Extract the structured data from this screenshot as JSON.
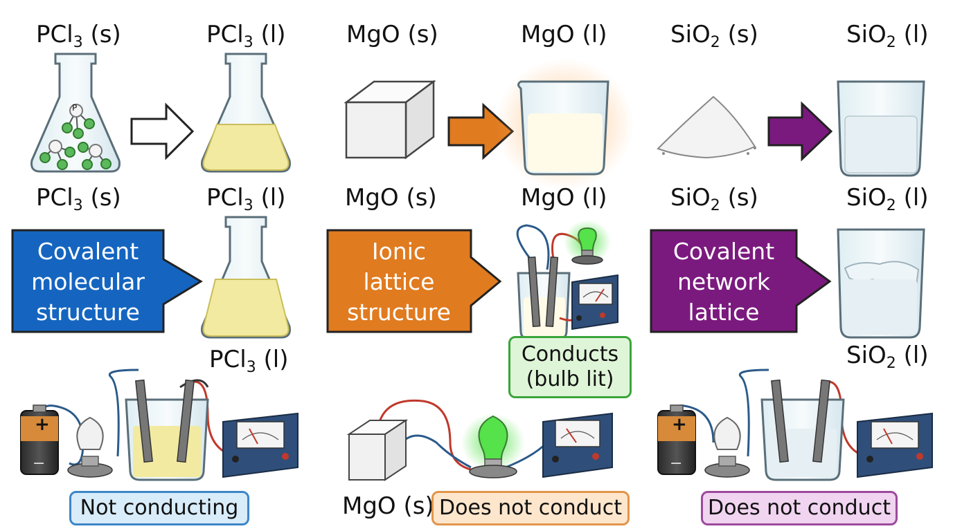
{
  "row1": {
    "pcl3_solid": {
      "formula": "PCl",
      "sub": "3",
      "state": " (s)"
    },
    "pcl3_liquid": {
      "formula": "PCl",
      "sub": "3",
      "state": " (l)"
    },
    "mgo_solid": {
      "formula": "MgO",
      "state": " (s)"
    },
    "mgo_liquid": {
      "formula": "MgO",
      "state": " (l)"
    },
    "sio2_solid": {
      "formula": "SiO",
      "sub": "2",
      "state": " (s)"
    },
    "sio2_liquid": {
      "formula": "SiO",
      "sub": "2",
      "state": " (l)"
    }
  },
  "row2": {
    "pcl3_solid": {
      "formula": "PCl",
      "sub": "3",
      "state": " (s)"
    },
    "pcl3_liquid": {
      "formula": "PCl",
      "sub": "3",
      "state": " (l)"
    },
    "mgo_solid": {
      "formula": "MgO",
      "state": " (s)"
    },
    "mgo_liquid": {
      "formula": "MgO",
      "state": " (l)"
    },
    "sio2_solid": {
      "formula": "SiO",
      "sub": "2",
      "state": " (s)"
    },
    "sio2_liquid": {
      "formula": "SiO",
      "sub": "2",
      "state": " (l)"
    }
  },
  "structures": {
    "covalent_molecular": {
      "line1": "Covalent",
      "line2": "molecular",
      "line3": "structure",
      "color": "#1565c0"
    },
    "ionic_lattice": {
      "line1": "Ionic",
      "line2": "lattice",
      "line3": "structure",
      "color": "#e07b20"
    },
    "covalent_network": {
      "line1": "Covalent",
      "line2": "network",
      "line3": "lattice",
      "color": "#7b1a7e"
    }
  },
  "row3_labels": {
    "pcl3_liquid": {
      "formula": "PCl",
      "sub": "3",
      "state": " (l)"
    },
    "sio2_liquid": {
      "formula": "SiO",
      "sub": "2",
      "state": " (l)"
    },
    "mgo_solid": {
      "formula": "MgO",
      "state": " (s)"
    }
  },
  "conducts_tag": {
    "line1": "Conducts",
    "line2": "(bulb lit)",
    "bg": "#dff5d8",
    "border": "#3aa53a"
  },
  "result_tags": {
    "pcl3": {
      "text": "Not conducting",
      "bg": "#d8ecfa",
      "border": "#3d86c6"
    },
    "mgo": {
      "text": "Does not conduct",
      "bg": "#fde6cc",
      "border": "#e0954a"
    },
    "sio2": {
      "text": "Does not conduct",
      "bg": "#f0d4f0",
      "border": "#9c4a9c"
    }
  },
  "battery_signs": {
    "plus": "+",
    "minus": "−"
  },
  "flask_atom": {
    "p": "P"
  },
  "colors": {
    "arrow_orange": "#e07b20",
    "arrow_purple": "#7b1a7e",
    "bulb_lit": "#55e24a",
    "liquid_yellow": "#f2eaa0"
  }
}
